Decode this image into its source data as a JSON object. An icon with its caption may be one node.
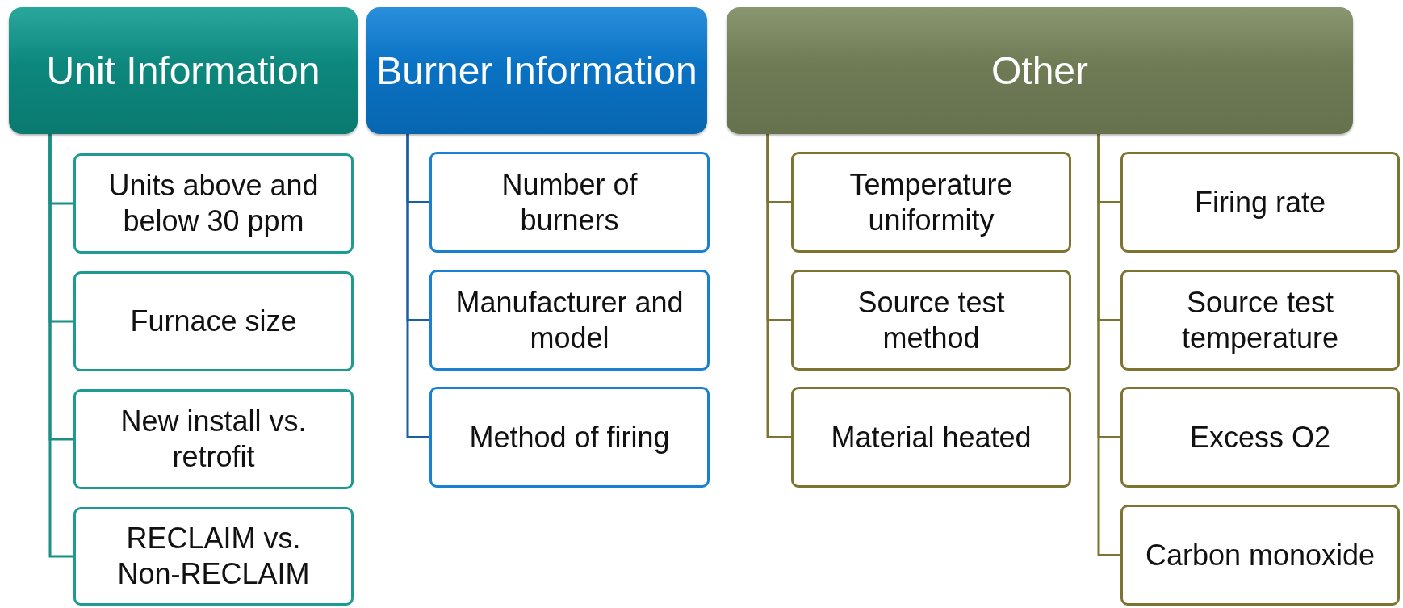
{
  "diagram": {
    "nodes": [
      {
        "text": [
          "Unit Information"
        ]
      },
      {
        "text": [
          "Burner Information"
        ]
      },
      {
        "text": [
          "Other"
        ]
      },
      {
        "text": [
          "Units above and below 30 ppm"
        ]
      },
      {
        "text": [
          "Furnace size"
        ]
      },
      {
        "text": [
          "New install vs. retrofit"
        ]
      },
      {
        "text": [
          "RECLAIM vs. Non-RECLAIM"
        ]
      },
      {
        "text": [
          "Number of burners"
        ]
      },
      {
        "text": [
          "Manufacturer and model"
        ]
      },
      {
        "text": [
          "Method of firing"
        ]
      },
      {
        "text": [
          "Temperature uniformity"
        ]
      },
      {
        "text": [
          "Source test method"
        ]
      },
      {
        "text": [
          "Material heated"
        ]
      },
      {
        "text": [
          "Firing rate"
        ]
      },
      {
        "text": [
          "Source test temperature"
        ]
      },
      {
        "text": [
          "Excess O2"
        ]
      },
      {
        "text": [
          "Carbon monoxide"
        ]
      }
    ],
    "edges": [
      {
        "from": 0,
        "to": 3,
        "arrow": "none",
        "color": "#1b8f86"
      },
      {
        "from": 0,
        "to": 4,
        "arrow": "none",
        "color": "#1b8f86"
      },
      {
        "from": 0,
        "to": 5,
        "arrow": "none",
        "color": "#1b8f86"
      },
      {
        "from": 0,
        "to": 6,
        "arrow": "none",
        "color": "#1b8f86"
      },
      {
        "from": 1,
        "to": 7,
        "arrow": "none",
        "color": "#1a5fa0"
      },
      {
        "from": 1,
        "to": 8,
        "arrow": "none",
        "color": "#1a5fa0"
      },
      {
        "from": 1,
        "to": 9,
        "arrow": "none",
        "color": "#1a5fa0"
      },
      {
        "from": 2,
        "to": 10,
        "arrow": "none"
      },
      {
        "from": 2,
        "to": 11,
        "arrow": "none"
      },
      {
        "from": 2,
        "to": 12,
        "arrow": "none"
      },
      {
        "from": 2,
        "to": 13,
        "arrow": "none"
      },
      {
        "from": 2,
        "to": 14,
        "arrow": "none"
      },
      {
        "from": 2,
        "to": 15,
        "arrow": "none"
      },
      {
        "from": 2,
        "to": 16,
        "arrow": "none"
      }
    ]
  }
}
